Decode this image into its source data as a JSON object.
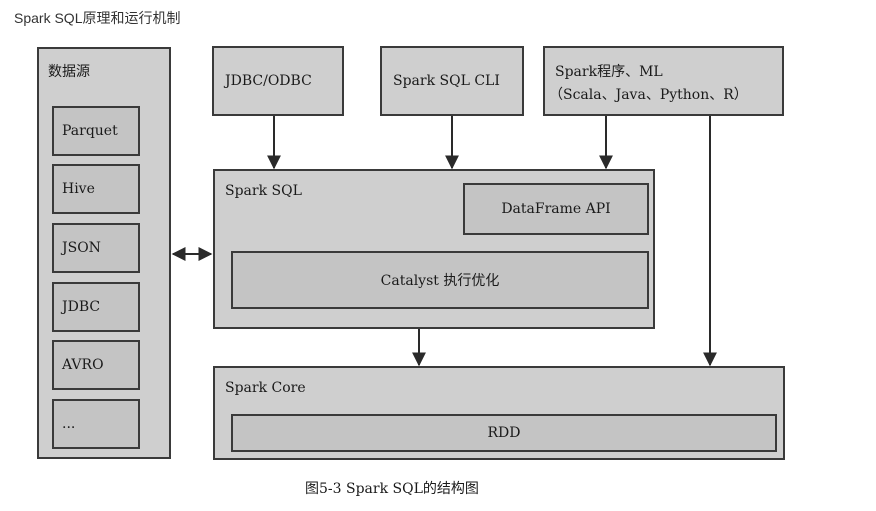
{
  "page_title": "Spark SQL原理和运行机制",
  "data_sources": {
    "title": "数据源",
    "items": [
      "Parquet",
      "Hive",
      "JSON",
      "JDBC",
      "AVRO",
      "..."
    ]
  },
  "clients": {
    "jdbc": "JDBC/ODBC",
    "cli": "Spark SQL CLI",
    "program_line1": "Spark程序、ML",
    "program_line2": "（Scala、Java、Python、R）"
  },
  "spark_sql": {
    "title": "Spark SQL",
    "dataframe": "DataFrame API",
    "catalyst": "Catalyst 执行优化"
  },
  "spark_core": {
    "title": "Spark Core",
    "rdd": "RDD"
  },
  "caption": "图5-3   Spark SQL的结构图"
}
